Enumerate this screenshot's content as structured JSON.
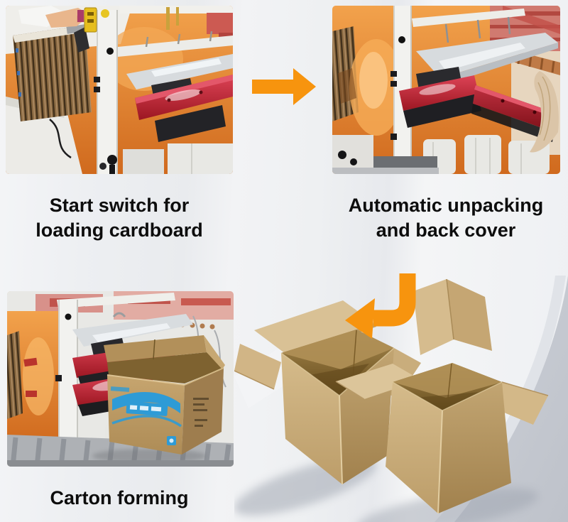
{
  "captions": {
    "step1": {
      "line1": "Start switch for",
      "line2": "loading cardboard"
    },
    "step2": {
      "line1": "Automatic unpacking",
      "line2": "and back cover"
    },
    "step3": {
      "line1": "Carton forming"
    }
  },
  "icons": {
    "right_arrow": "orange arrow pointing right",
    "elbow_arrow": "orange elbow arrow pointing down-left"
  },
  "colors": {
    "arrow_orange": "#F7940E",
    "caption_text": "#0D0D0D",
    "machine_orange": "#E1812F",
    "machine_red": "#C22A38",
    "carton_tan": "#CBB080",
    "carton_print_blue": "#2E9BD6",
    "background_gray": "#EDEFF2",
    "corner_gray": "#C6CAD1"
  }
}
